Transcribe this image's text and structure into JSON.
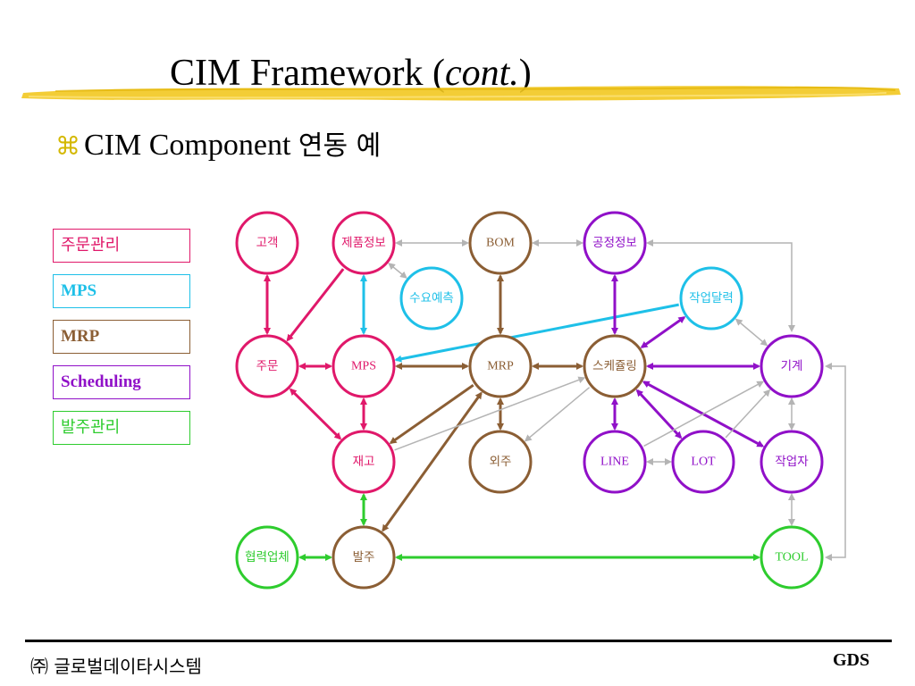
{
  "title": "CIM Framework (",
  "title_italic": "cont.",
  "title_end": ")",
  "subtitle": {
    "bullet": "⌘",
    "text": "CIM Component ",
    "text_ko": "연동 예"
  },
  "legend": [
    {
      "label": "주문관리",
      "color": "#e0186a"
    },
    {
      "label": "MPS",
      "color": "#1ec0e8"
    },
    {
      "label": "MRP",
      "color": "#8b5e34"
    },
    {
      "label": "Scheduling",
      "color": "#9010c8"
    },
    {
      "label": "발주관리",
      "color": "#2ecc2e"
    }
  ],
  "nodes": [
    {
      "id": "customer",
      "label": "고객",
      "color": "#e0186a"
    },
    {
      "id": "product-info",
      "label": "제품정보",
      "color": "#e0186a"
    },
    {
      "id": "bom",
      "label": "BOM",
      "color": "#8b5e34"
    },
    {
      "id": "process-info",
      "label": "공정정보",
      "color": "#9010c8"
    },
    {
      "id": "demand-forecast",
      "label": "수요예측",
      "color": "#1ec0e8"
    },
    {
      "id": "work-calendar",
      "label": "작업달력",
      "color": "#1ec0e8"
    },
    {
      "id": "order",
      "label": "주문",
      "color": "#e0186a"
    },
    {
      "id": "mps",
      "label": "MPS",
      "color": "#e0186a"
    },
    {
      "id": "mrp",
      "label": "MRP",
      "color": "#8b5e34"
    },
    {
      "id": "scheduling",
      "label": "스케쥴링",
      "color": "#8b5e34"
    },
    {
      "id": "machine",
      "label": "기계",
      "color": "#9010c8"
    },
    {
      "id": "inventory",
      "label": "재고",
      "color": "#e0186a"
    },
    {
      "id": "outsourcing",
      "label": "외주",
      "color": "#8b5e34"
    },
    {
      "id": "line",
      "label": "LINE",
      "color": "#9010c8"
    },
    {
      "id": "lot",
      "label": "LOT",
      "color": "#9010c8"
    },
    {
      "id": "worker",
      "label": "작업자",
      "color": "#9010c8"
    },
    {
      "id": "partner",
      "label": "협력업체",
      "color": "#2ecc2e"
    },
    {
      "id": "purchase",
      "label": "발주",
      "color": "#8b5e34"
    },
    {
      "id": "tool",
      "label": "TOOL",
      "color": "#2ecc2e"
    }
  ],
  "colors": {
    "pink": "#e0186a",
    "cyan": "#1ec0e8",
    "brown": "#8b5e34",
    "purple": "#9010c8",
    "green": "#2ecc2e",
    "gray": "#b4b4b4",
    "brush": "#f2c820"
  },
  "footer": {
    "company": "㈜ 글로벌데이타시스템",
    "tag": "GDS"
  }
}
